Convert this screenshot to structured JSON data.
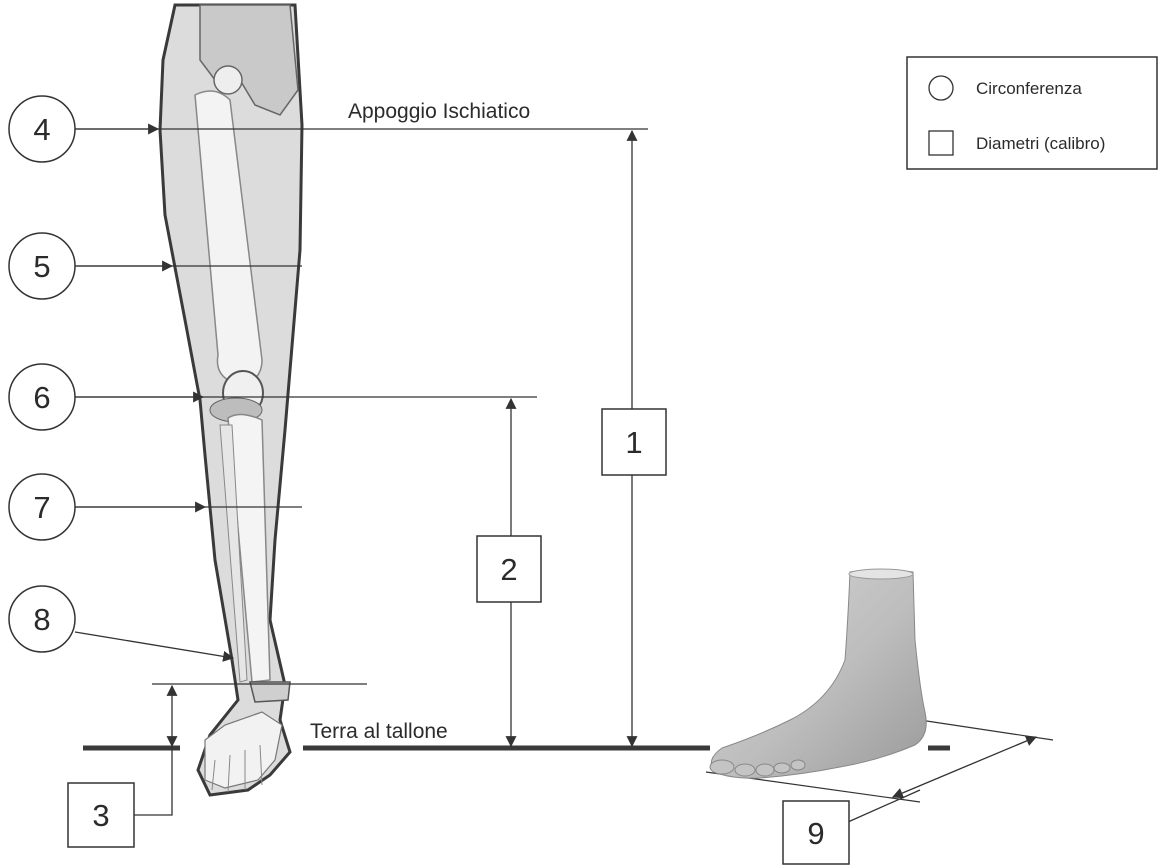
{
  "labels": {
    "ischial": "Appoggio Ischiatico",
    "ground": "Terra al tallone"
  },
  "legend": {
    "circle_label": "Circonferenza",
    "square_label": "Diametri (calibro)"
  },
  "circumference_markers": [
    "4",
    "5",
    "6",
    "7",
    "8"
  ],
  "diameter_markers": [
    "1",
    "2",
    "3",
    "9"
  ]
}
